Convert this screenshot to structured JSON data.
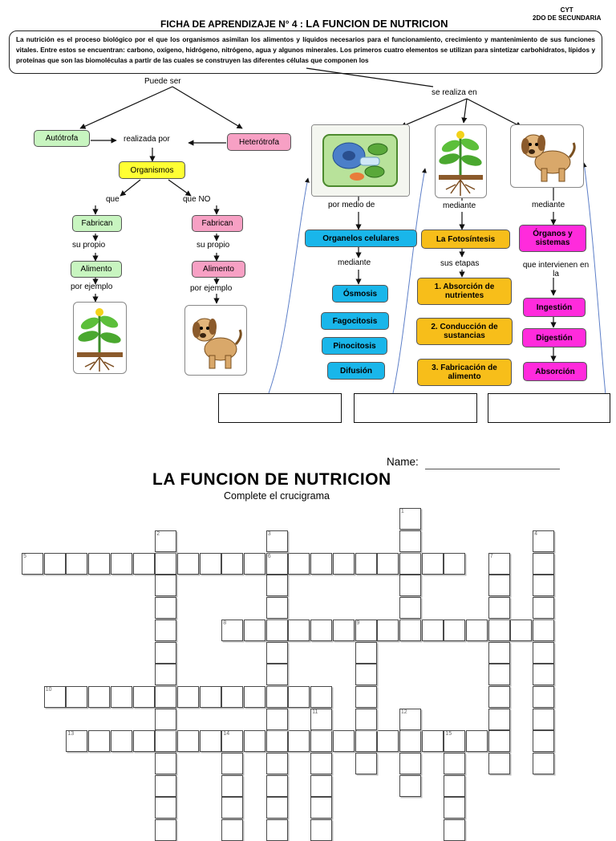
{
  "header": {
    "title_prefix": "FICHA DE APRENDIZAJE N° 4 :",
    "title_main": "LA FUNCION DE NUTRICION",
    "subject": "CYT",
    "grade": "2DO DE SECUNDARIA"
  },
  "intro_text": "La nutrición es el proceso biológico por el que los organismos asimilan los alimentos y líquidos necesarios para el funcionamiento, crecimiento y mantenimiento de sus funciones vitales. Entre estos se encuentran: carbono, oxígeno, hidrógeno, nitrógeno, agua y algunos minerales. Los primeros cuatro elementos se utilizan para sintetizar carbohidratos, lípidos y proteínas que son las biomoléculas a partir de las cuales se construyen las diferentes células que componen los",
  "map": {
    "puede_ser": "Puede ser",
    "se_realiza_en": "se realiza en",
    "autotrofa": "Autótrofa",
    "heterotrofa": "Heterótrofa",
    "realizada_por": "realizada por",
    "organismos": "Organismos",
    "que": "que",
    "que_no": "que NO",
    "fabrican_1": "Fabrican",
    "fabrican_2": "Fabrican",
    "su_propio_1": "su propio",
    "su_propio_2": "su propio",
    "alimento_1": "Alimento",
    "alimento_2": "Alimento",
    "por_ejemplo_1": "por ejemplo",
    "por_ejemplo_2": "por ejemplo",
    "por_medio_de": "por medio de",
    "mediante_1": "mediante",
    "mediante_2": "mediante",
    "mediante_3": "mediante",
    "organelos": "Organelos celulares",
    "osmosis": "Ósmosis",
    "fagocitosis": "Fagocitosis",
    "pinocitosis": "Pinocitosis",
    "difusion": "Difusión",
    "fotosintesis": "La Fotosíntesis",
    "sus_etapas": "sus etapas",
    "etapa1": "1. Absorción de nutrientes",
    "etapa2": "2. Conducción de sustancias",
    "etapa3": "3. Fabricación de alimento",
    "organos": "Órganos y sistemas",
    "que_intervienen": "que intervienen en la",
    "ingestion": "Ingestión",
    "digestion": "Digestión",
    "absorcion": "Absorción"
  },
  "crossword": {
    "name_label": "Name:",
    "title": "LA FUNCION DE NUTRICION",
    "subtitle": "Complete el crucigrama",
    "numbers": [
      "1",
      "2",
      "3",
      "4",
      "5",
      "6",
      "7",
      "8",
      "9",
      "10",
      "11",
      "12",
      "13",
      "14",
      "15"
    ]
  }
}
